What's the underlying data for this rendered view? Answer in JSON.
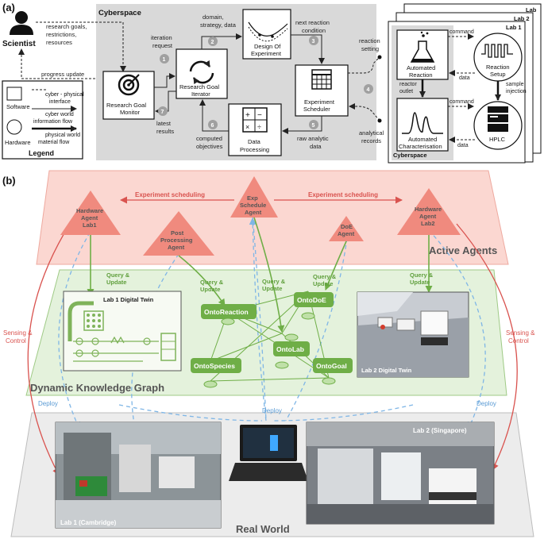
{
  "panel_a": {
    "label": "(a)",
    "cyberspace_title": "Cyberspace",
    "scientist": "Scientist",
    "scientist_note": [
      "research goals,",
      "restrictions,",
      "resources"
    ],
    "progress_update": "progress update",
    "iteration_request": [
      "iteration",
      "request"
    ],
    "latest_results": [
      "latest",
      "results"
    ],
    "domain_strategy": [
      "domain,",
      "strategy, data"
    ],
    "next_reaction": [
      "next reaction",
      "condition"
    ],
    "reaction_setting": [
      "reaction",
      "setting"
    ],
    "analytical_records": [
      "analytical",
      "records"
    ],
    "raw_analytic": [
      "raw analytic",
      "data"
    ],
    "computed_objectives": [
      "computed",
      "objectives"
    ],
    "boxes": {
      "monitor": [
        "Research Goal",
        "Monitor"
      ],
      "iterator": [
        "Research Goal",
        "Iterator"
      ],
      "doe": [
        "Design Of",
        "Experiment"
      ],
      "scheduler": [
        "Experiment",
        "Scheduler"
      ],
      "processing": [
        "Data",
        "Processing"
      ]
    },
    "steps": [
      "1",
      "2",
      "3",
      "4",
      "5",
      "6",
      "7"
    ],
    "legend": {
      "title": "Legend",
      "software": "Software",
      "hardware": "Hardware",
      "items": [
        [
          "cyber - physical",
          "interface"
        ],
        [
          "cyber world",
          "information flow"
        ],
        [
          "physical world",
          "material flow"
        ]
      ]
    },
    "lab_stack": [
      "Lab",
      "Lab 2",
      "Lab 1"
    ],
    "lab": {
      "automated_reaction": [
        "Automated",
        "Reaction"
      ],
      "automated_characterisation": [
        "Automated",
        "Characterisation"
      ],
      "reaction_setup": [
        "Reaction",
        "Setup"
      ],
      "hplc": "HPLC",
      "command1": "command",
      "command2": "command",
      "data1": "data",
      "data2": "data",
      "reactor_outlet": [
        "reactor",
        "outlet"
      ],
      "sample_injection": [
        "sample",
        "injection"
      ],
      "cyberspace": "Cyberspace"
    }
  },
  "panel_b": {
    "label": "(b)",
    "active_agents": "Active Agents",
    "dkg": "Dynamic Knowledge Graph",
    "real_world": "Real World",
    "agents": {
      "hw_lab1": [
        "Hardware",
        "Agent",
        "Lab1"
      ],
      "exp_schedule": [
        "Exp",
        "Schedule",
        "Agent"
      ],
      "hw_lab2": [
        "Hardware",
        "Agent",
        "Lab2"
      ],
      "post_processing": [
        "Post",
        "Processing",
        "Agent"
      ],
      "doe_agent": [
        "DoE",
        "Agent"
      ]
    },
    "experiment_scheduling_left": "Experiment scheduling",
    "experiment_scheduling_right": "Experiment scheduling",
    "query_update": [
      "Query &",
      "Update"
    ],
    "ontologies": [
      "OntoReaction",
      "OntoDoE",
      "OntoLab",
      "OntoSpecies",
      "OntoGoal"
    ],
    "lab1_twin": "Lab 1 Digital Twin",
    "lab2_twin": "Lab 2 Digital Twin",
    "sensing_control": [
      "Sensing &",
      "Control"
    ],
    "deploy": "Deploy",
    "lab1_photo": "Lab 1 (Cambridge)",
    "lab2_photo": "Lab 2 (Singapore)"
  },
  "colors": {
    "agent_red": "#f08a7e",
    "agent_band": "#fbd7d1",
    "dkg_band": "#e4f2dc",
    "onto_green": "#6fae47",
    "real_band": "#ececec",
    "cyber_gray": "#d9d9d9",
    "red_text": "#d9534f",
    "green_text": "#5f9f3c",
    "blue_dash": "#7fb6e6"
  }
}
